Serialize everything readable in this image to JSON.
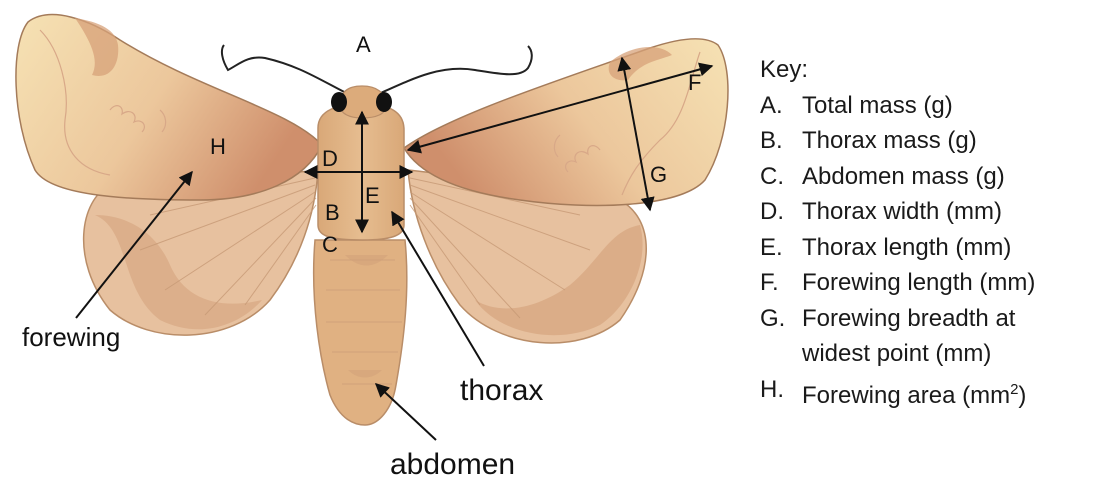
{
  "diagram": {
    "measure_letters": {
      "A": "A",
      "B": "B",
      "C": "C",
      "D": "D",
      "E": "E",
      "F": "F",
      "G": "G",
      "H": "H"
    },
    "callouts": {
      "forewing": "forewing",
      "thorax": "thorax",
      "abdomen": "abdomen"
    },
    "colors": {
      "wing_base": "#e0b38a",
      "wing_pale": "#f6e2b4",
      "hindwing": "#e7c19f",
      "hindwing_dark": "#d4a07a",
      "body": "#deb182",
      "outline": "#a47b5a"
    }
  },
  "key": {
    "title": "Key:",
    "items": [
      {
        "letter": "A.",
        "text": "Total mass (g)"
      },
      {
        "letter": "B.",
        "text": "Thorax mass (g)"
      },
      {
        "letter": "C.",
        "text": "Abdomen mass (g)"
      },
      {
        "letter": "D.",
        "text": "Thorax width (mm)"
      },
      {
        "letter": "E.",
        "text": "Thorax length (mm)"
      },
      {
        "letter": "F.",
        "text": "Forewing length (mm)"
      },
      {
        "letter": "G.",
        "text": "Forewing breadth at"
      },
      {
        "letter": "",
        "text": "widest point (mm)"
      },
      {
        "letter": "H.",
        "text": "Forewing area (mm",
        "sup": "2",
        "tail": ")"
      }
    ]
  }
}
